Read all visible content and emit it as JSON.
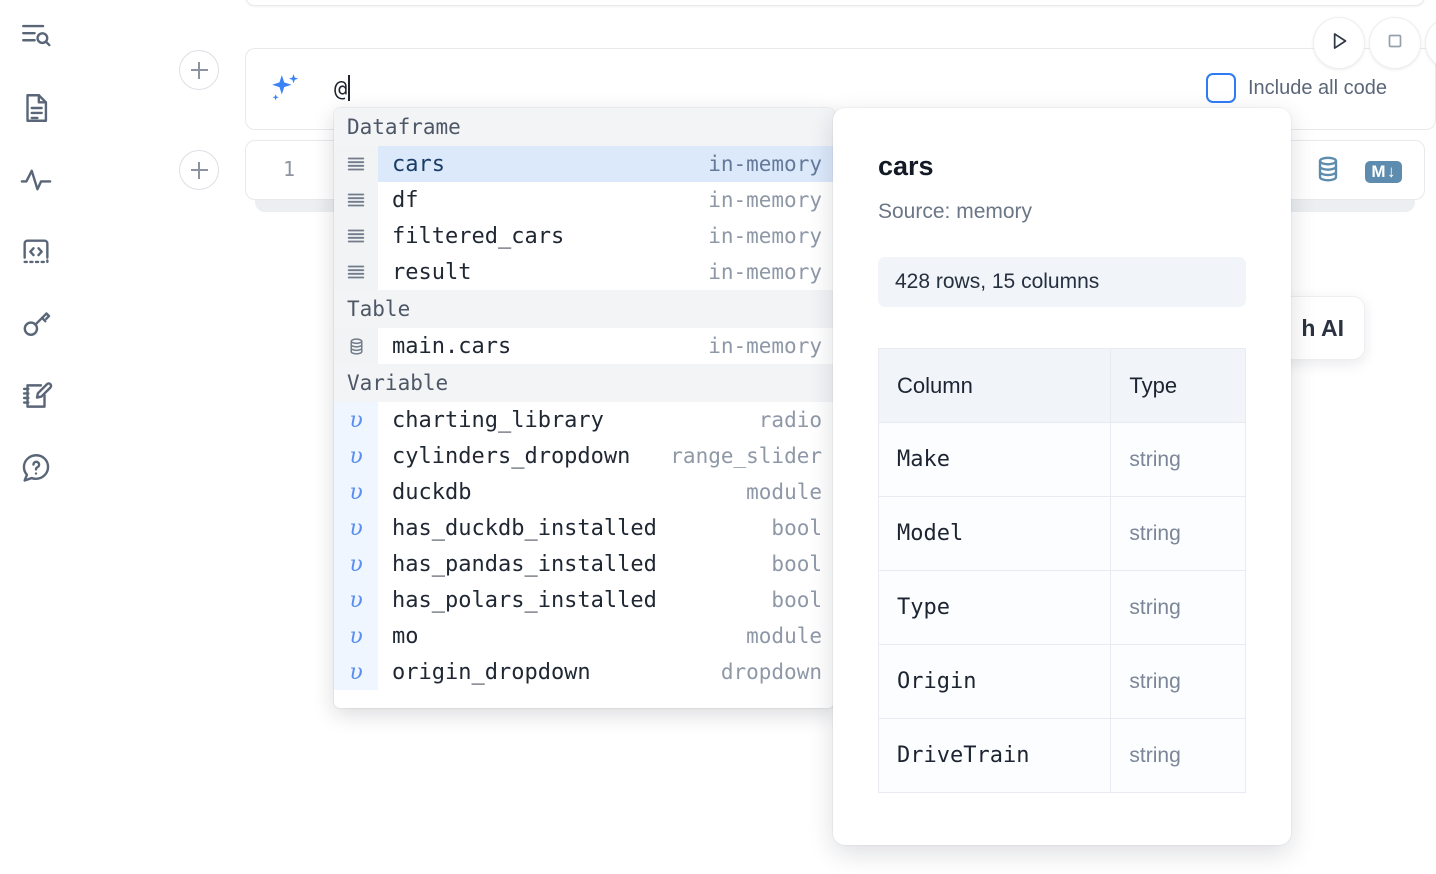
{
  "sidebar": {
    "items": [
      {
        "name": "explore-outline-icon",
        "label": "Outline / search"
      },
      {
        "name": "file-text-icon",
        "label": "Notebook file"
      },
      {
        "name": "activity-pulse-icon",
        "label": "Activity"
      },
      {
        "name": "code-brackets-icon",
        "label": "Snippets"
      },
      {
        "name": "key-icon",
        "label": "Secrets"
      },
      {
        "name": "notebook-edit-icon",
        "label": "Scratchpad"
      },
      {
        "name": "help-chat-icon",
        "label": "Help"
      }
    ]
  },
  "prompt": {
    "sparkle_icon": "ai-sparkle-icon",
    "value": "@",
    "placeholder": "",
    "include_all_code_label": "Include all code",
    "include_all_code_checked": false,
    "run_button_label": "Run",
    "stop_button_label": "Stop"
  },
  "cell": {
    "line_number": "1",
    "database_icon": "database-icon",
    "markdown_badge": "M",
    "markdown_badge_arrow": "↓"
  },
  "ai_chip": {
    "label": "h AI"
  },
  "autocomplete": {
    "groups": [
      {
        "label": "Dataframe",
        "icon": "dataframe-icon",
        "kind": "df",
        "items": [
          {
            "name": "cars",
            "meta": "in-memory",
            "selected": true
          },
          {
            "name": "df",
            "meta": "in-memory",
            "selected": false
          },
          {
            "name": "filtered_cars",
            "meta": "in-memory",
            "selected": false
          },
          {
            "name": "result",
            "meta": "in-memory",
            "selected": false
          }
        ]
      },
      {
        "label": "Table",
        "icon": "table-database-icon",
        "kind": "tbl",
        "items": [
          {
            "name": "main.cars",
            "meta": "in-memory",
            "selected": false
          }
        ]
      },
      {
        "label": "Variable",
        "icon": "variable-icon",
        "kind": "var",
        "glyph": "υ",
        "items": [
          {
            "name": "charting_library",
            "meta": "radio",
            "selected": false
          },
          {
            "name": "cylinders_dropdown",
            "meta": "range_slider",
            "selected": false
          },
          {
            "name": "duckdb",
            "meta": "module",
            "selected": false
          },
          {
            "name": "has_duckdb_installed",
            "meta": "bool",
            "selected": false
          },
          {
            "name": "has_pandas_installed",
            "meta": "bool",
            "selected": false
          },
          {
            "name": "has_polars_installed",
            "meta": "bool",
            "selected": false
          },
          {
            "name": "mo",
            "meta": "module",
            "selected": false
          },
          {
            "name": "origin_dropdown",
            "meta": "dropdown",
            "selected": false
          }
        ]
      }
    ]
  },
  "preview": {
    "title": "cars",
    "source": "Source: memory",
    "stat": "428 rows, 15 columns",
    "headers": [
      "Column",
      "Type"
    ],
    "rows": [
      {
        "column": "Make",
        "type": "string"
      },
      {
        "column": "Model",
        "type": "string"
      },
      {
        "column": "Type",
        "type": "string"
      },
      {
        "column": "Origin",
        "type": "string"
      },
      {
        "column": "DriveTrain",
        "type": "string"
      }
    ]
  },
  "colors": {
    "accent_blue": "#2f7bf6",
    "selection_blue": "#dbe9fb",
    "variable_gutter": "#eff6ff",
    "gutter_gray": "#f1f3f5",
    "text_dark": "#1f2733",
    "text_muted": "#8e98a7",
    "badge_blue": "#5d8cae"
  }
}
